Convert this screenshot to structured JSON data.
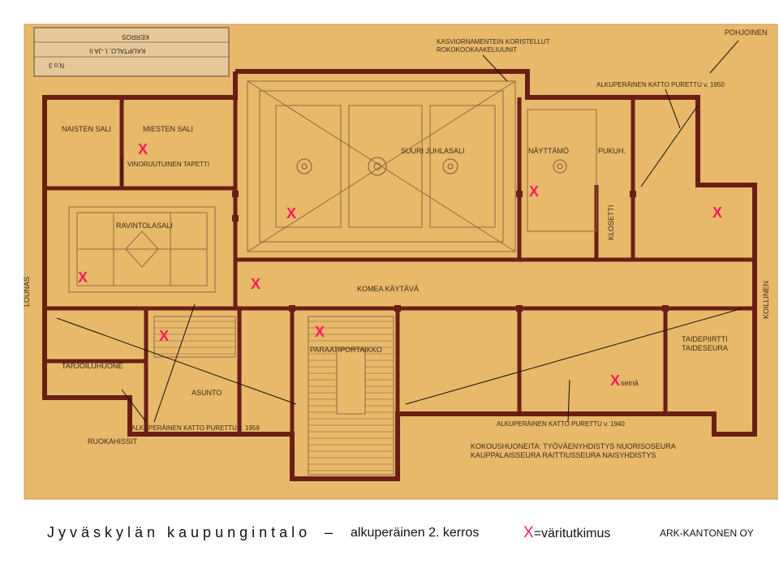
{
  "plan": {
    "compass_label": "POHJOINEN",
    "side_west": "LOUNAS",
    "side_east": "KOILLINEN",
    "stamp_lines": [
      "KERROS",
      "KAUPTALO, I.-JA II",
      "N:o 3"
    ],
    "rooms": {
      "naisten_sali": "NAISTEN SALI",
      "miesten_sali": "MIESTEN SALI",
      "suuri_juhlasali": "SUURI JUHLASALI",
      "nayttamo": "NÄYTTÄMÖ",
      "pukuh": "PUKUH.",
      "ravintolasali": "RAVINTOLASALI",
      "klosetti": "KLOSETTI",
      "komea_kaytava": "KOMEA KÄYTÄVÄ",
      "paraatiportaikko": "PARAATIPORTAIKKO",
      "tarjoiluhuone": "TARJOILUHUONE",
      "asunto": "ASUNTO",
      "ruokahissit": "RUOKAHISSIT",
      "taidepiirtti": "TAIDEPIIRTTI",
      "taideseura": "TAIDESEURA"
    },
    "annotations": {
      "kasvio_line1": "KASVIORNAMENTEIN KORISTELLUT",
      "kasvio_line2": "ROKOKOOKAAKELIUUNIT",
      "katto_1950": "ALKUPERÄINEN KATTO PURETTU v. 1950",
      "vinoruutuinen": "VINORUUTUINEN TAPETTI",
      "katto_1959": "ALKUPERÄINEN KATTO PURETTU v. 1959",
      "katto_1940": "ALKUPERÄINEN KATTO PURETTU v. 1940",
      "kokoushuoneita_line1": "KOKOUSHUONEITA: TYÖVÄENYHDISTYS  NUORISOSEURA",
      "kokoushuoneita_line2": "KAUPPALAISSEURA  RAITTIUSSEURA  NAISYHDISTYS"
    },
    "marker_symbol": "X",
    "marker_note_seina": "seinä"
  },
  "footer": {
    "title": "Jyväskylän kaupungintalo",
    "dash": "–",
    "subtitle": "alkuperäinen 2. kerros",
    "legend_x": "X",
    "legend_text": "=väritutkimus",
    "credit": "ARK-KANTONEN OY"
  },
  "colors": {
    "paper": "#e8b96a",
    "paper_dark": "#d9a75a",
    "wall": "#6b1f14",
    "marker": "#ff1a5a",
    "ink": "#3a2a1a",
    "pencil": "#8c6a44"
  }
}
